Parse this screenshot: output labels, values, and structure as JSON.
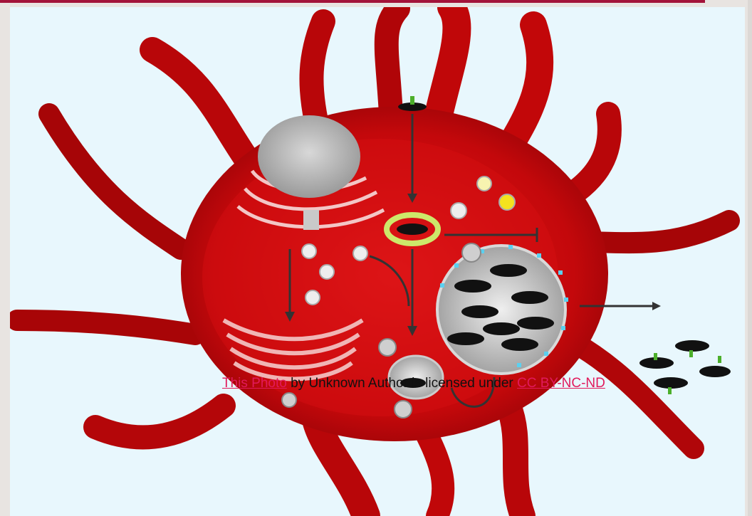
{
  "slide": {
    "attribution": {
      "link_text": "This Photo",
      "middle_text": " by Unknown Author is licensed under ",
      "license_text": "CC BY-NC-ND"
    }
  },
  "colors": {
    "accent_bar": "#a3133a",
    "cell_body": "#c8080c",
    "link": "#e11a5c",
    "background": "#e8f7fd"
  },
  "icons": [
    "cell-diagram-image"
  ]
}
